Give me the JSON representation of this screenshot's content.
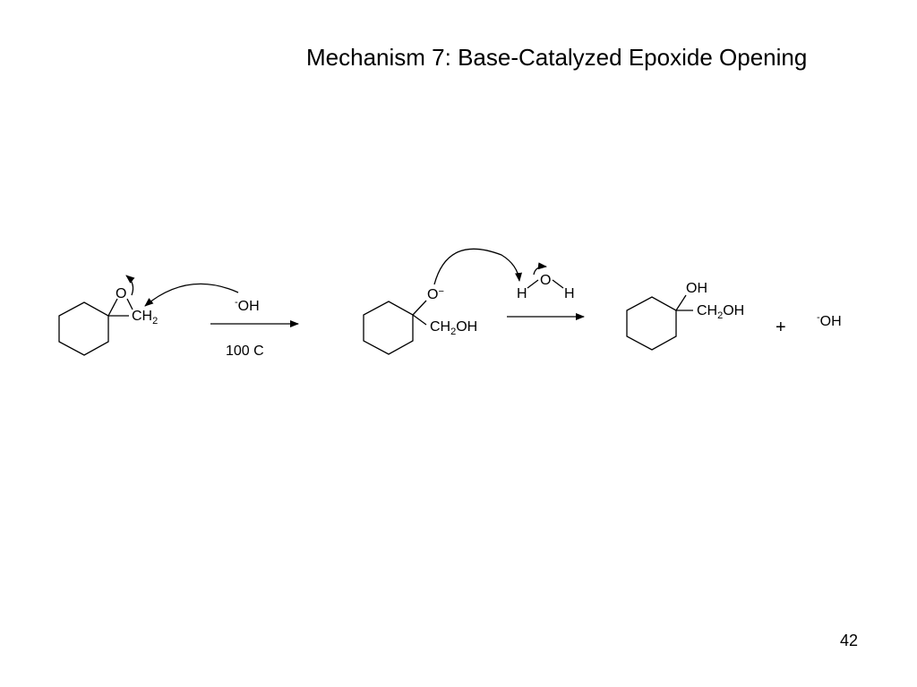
{
  "slide": {
    "title": "Mechanism 7:  Base-Catalyzed Epoxide Opening",
    "page_number": "42"
  },
  "scheme": {
    "reactant": {
      "ring_oxygen": "O",
      "methylene": "CH",
      "methylene_sub": "2"
    },
    "step1": {
      "reagent_sup": "-",
      "reagent": "OH",
      "condition": "100 C"
    },
    "intermediate": {
      "alkoxide": "O",
      "alkoxide_charge": "−",
      "substituent": "CH",
      "substituent_sub": "2",
      "substituent_tail": "OH"
    },
    "water": {
      "h_left": "H",
      "oxygen": "O",
      "h_right": "H"
    },
    "product": {
      "hydroxyl": "OH",
      "substituent": "CH",
      "substituent_sub": "2",
      "substituent_tail": "OH"
    },
    "plus": "+",
    "byproduct": {
      "sup": "-",
      "label": "OH"
    }
  }
}
